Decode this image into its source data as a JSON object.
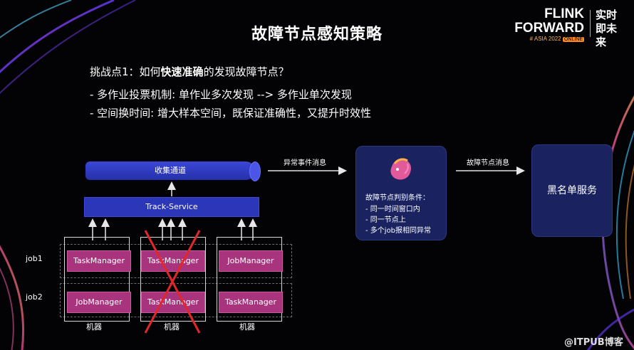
{
  "slide": {
    "title": "故障节点感知策略",
    "question_prefix": "挑战点1：如何",
    "question_bold": "快速准确",
    "question_suffix": "的发现故障节点？",
    "bullets": [
      "-  多作业投票机制: 单作业多次发现 --> 多作业单次发现",
      "-  空间换时间: 增大样本空间，既保证准确性，又提升时效性"
    ]
  },
  "brand": {
    "line1": "FLINK",
    "line2": "FORWARD",
    "line3": "# ASIA 2022",
    "badge": "ONLINE",
    "cn": "实时即未来"
  },
  "diagram": {
    "collect_channel": "收集通道",
    "track_service": "Track-Service",
    "rows": [
      "job1",
      "job2"
    ],
    "machines": [
      {
        "label": "机器",
        "top": "TaskManager",
        "bottom": "JobManager",
        "crossed": false
      },
      {
        "label": "机器",
        "top": "TaskManager",
        "bottom": "TaskManager",
        "crossed": true
      },
      {
        "label": "机器",
        "top": "JobManager",
        "bottom": "TaskManager",
        "crossed": false
      }
    ],
    "arrow1_label": "异常事件消息",
    "arrow2_label": "故障节点消息",
    "judge": {
      "title": "故障节点判别条件：",
      "conditions": [
        "-  同一时间窗口内",
        "-  同一节点上",
        "-  多个job报相同异常"
      ]
    },
    "blacklist": "黑名单服务"
  },
  "watermark": "@ITPUB博客",
  "colors": {
    "accent_blue": "#2b36b8",
    "manager_pink": "#a8347e",
    "cross_red": "#e0282a",
    "panel": "#1a2360"
  }
}
